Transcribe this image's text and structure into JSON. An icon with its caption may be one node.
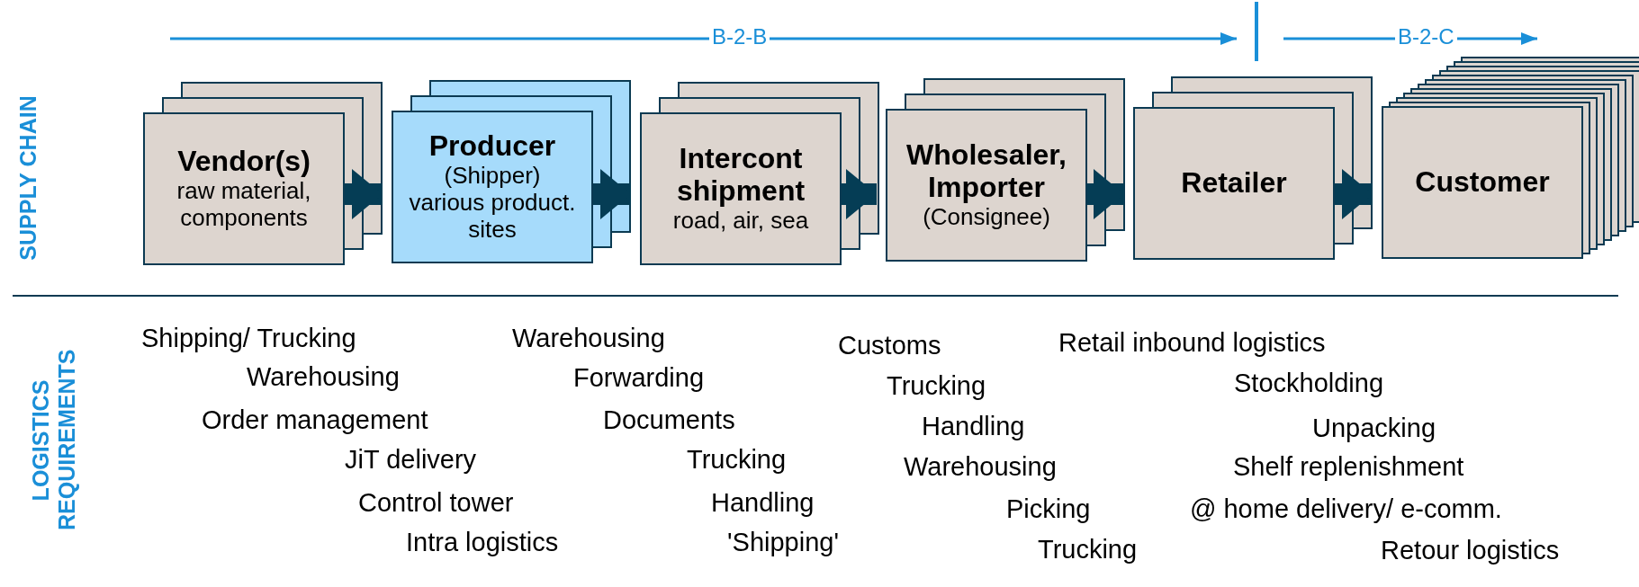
{
  "diagram": {
    "nodes": [
      {
        "text": [
          "Vendor(s)",
          "raw material, components"
        ]
      },
      {
        "text": [
          "Producer",
          "(Shipper)",
          "various product. sites"
        ]
      },
      {
        "text": [
          "Intercont shipment",
          "road, air, sea"
        ]
      },
      {
        "text": [
          "Wholesaler, Importer",
          "(Consignee)"
        ]
      },
      {
        "text": [
          "Retailer"
        ]
      },
      {
        "text": [
          "Customer"
        ]
      }
    ],
    "edges": [
      {
        "from": 0,
        "to": 1,
        "arrow": "to"
      },
      {
        "from": 1,
        "to": 2,
        "arrow": "to"
      },
      {
        "from": 2,
        "to": 3,
        "arrow": "to"
      },
      {
        "from": 3,
        "to": 4,
        "arrow": "to"
      },
      {
        "from": 4,
        "to": 5,
        "arrow": "to"
      }
    ],
    "labels": [
      "B-2-B",
      "B-2-C",
      "SUPPLY CHAIN",
      "LOGISTICS REQUIREMENTS",
      "Shipping/ Trucking",
      "Warehousing",
      "Order management",
      "JiT delivery",
      "Control tower",
      "Intra logistics",
      "Warehousing",
      "Forwarding",
      "Documents",
      "Trucking",
      "Handling",
      "'Shipping'",
      "Customs",
      "Trucking",
      "Handling",
      "Warehousing",
      "Picking",
      "Trucking",
      "Retail inbound logistics",
      "Stockholding",
      "Unpacking",
      "Shelf replenishment",
      "@ home delivery/ e-comm.",
      "Retour logistics"
    ]
  }
}
